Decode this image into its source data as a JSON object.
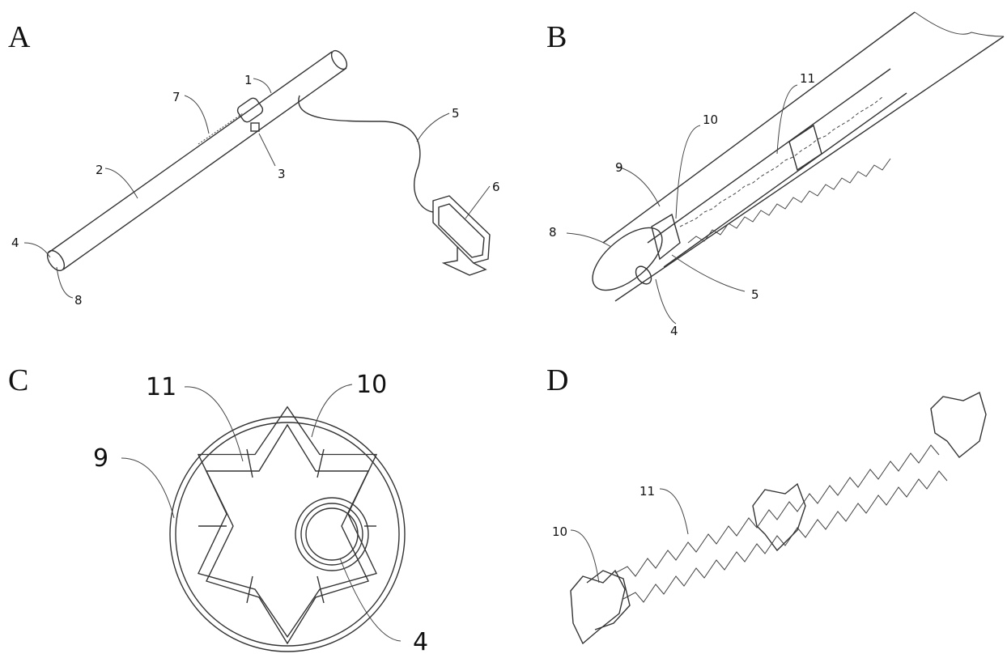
{
  "panels": {
    "a": {
      "letter": "A",
      "labels": [
        "1",
        "2",
        "3",
        "4",
        "5",
        "6",
        "7",
        "8"
      ]
    },
    "b": {
      "letter": "B",
      "labels": [
        "11",
        "10",
        "9",
        "8",
        "5",
        "4"
      ]
    },
    "c": {
      "letter": "C",
      "labels": [
        "11",
        "10",
        "9",
        "4"
      ]
    },
    "d": {
      "letter": "D",
      "labels": [
        "11",
        "10"
      ]
    }
  }
}
